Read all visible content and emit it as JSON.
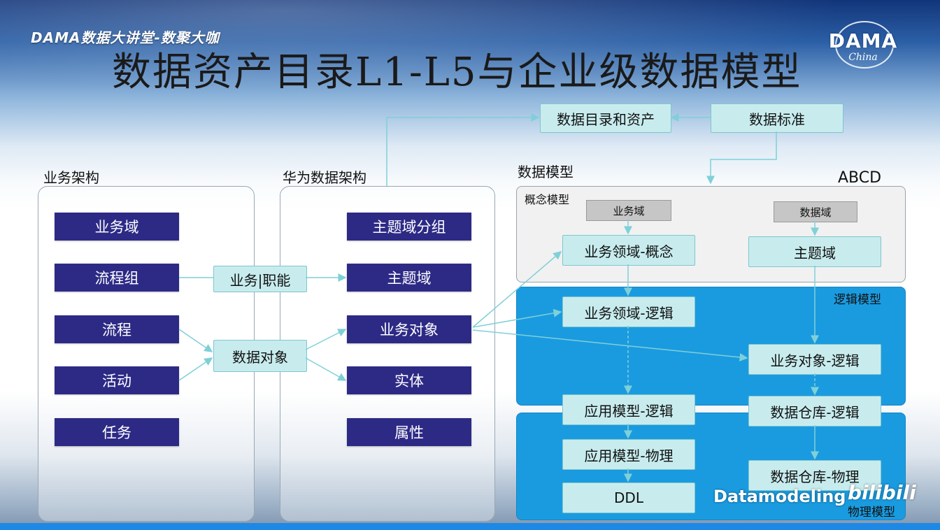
{
  "header": {
    "brand": "DAMA数据大讲堂-数聚大咖",
    "title": "数据资产目录L1-L5与企业级数据模型",
    "logo_text": "DAMA",
    "logo_sub": "China"
  },
  "business_arch": {
    "label": "业务架构",
    "items": [
      "业务域",
      "流程组",
      "流程",
      "活动",
      "任务"
    ]
  },
  "connectors": {
    "function_box": "业务|职能",
    "data_object_box": "数据对象"
  },
  "huawei_arch": {
    "label": "华为数据架构",
    "items": [
      "主题域分组",
      "主题域",
      "业务对象",
      "实体",
      "属性"
    ]
  },
  "top": {
    "catalog": "数据目录和资产",
    "standard": "数据标准"
  },
  "data_model": {
    "label": "数据模型",
    "abcd": "ABCD",
    "concept": {
      "label": "概念模型",
      "grey_left": "业务域",
      "grey_right": "数据域",
      "left_box": "业务领域-概念",
      "right_box": "主题域"
    },
    "logic": {
      "label": "逻辑模型",
      "box1": "业务领域-逻辑",
      "box2": "业务对象-逻辑"
    },
    "bridge": {
      "app_logic": "应用模型-逻辑",
      "dw_logic": "数据仓库-逻辑"
    },
    "physical": {
      "label": "物理模型",
      "app_phys": "应用模型-物理",
      "ddl": "DDL",
      "dw_phys": "数据仓库-物理"
    }
  },
  "watermark": {
    "text": "Datamodeling",
    "bili": "bilibili"
  },
  "colors": {
    "navy": "#2d2a86",
    "teal": "#c8ecee",
    "blue_panel": "#1a9be0",
    "arrow": "#7fd0d8"
  }
}
